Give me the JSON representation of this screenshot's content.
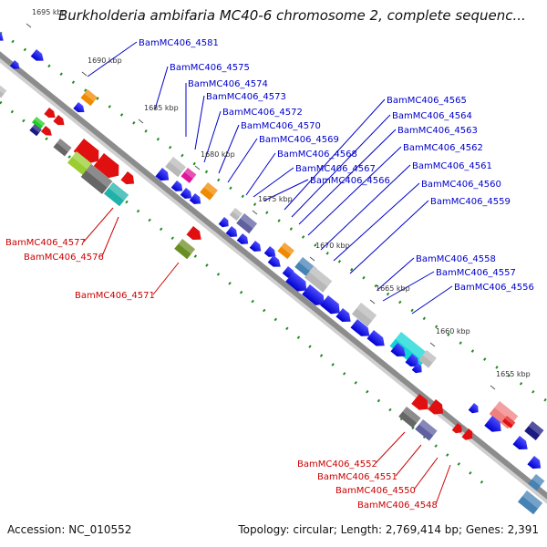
{
  "title": "Burkholderia ambifaria MC40-6 chromosome 2, complete sequenc...",
  "footer": {
    "accession": "Accession: NC_010552",
    "summary": "Topology: circular; Length: 2,769,414 bp; Genes: 2,391"
  },
  "ruler_labels": [
    "1695 kbp",
    "1690 kbp",
    "1685 kbp",
    "1680 kbp",
    "1675 kbp",
    "1670 kbp",
    "1665 kbp",
    "1660 kbp",
    "1655 kbp"
  ],
  "gene_labels_blue": [
    "BamMC406_4581",
    "BamMC406_4575",
    "BamMC406_4574",
    "BamMC406_4573",
    "BamMC406_4572",
    "BamMC406_4570",
    "BamMC406_4569",
    "BamMC406_4568",
    "BamMC406_4567",
    "BamMC406_4566",
    "BamMC406_4565",
    "BamMC406_4564",
    "BamMC406_4563",
    "BamMC406_4562",
    "BamMC406_4561",
    "BamMC406_4560",
    "BamMC406_4559",
    "BamMC406_4558",
    "BamMC406_4557",
    "BamMC406_4556"
  ],
  "gene_labels_red": [
    "BamMC406_4577",
    "BamMC406_4576",
    "BamMC406_4571",
    "BamMC406_4552",
    "BamMC406_4551",
    "BamMC406_4550",
    "BamMC406_4548"
  ],
  "colors": {
    "forward_label": "#0000cc",
    "reverse_label": "#cc0000",
    "backbone": "#8c8c8c",
    "gc_dots": "#228b22"
  }
}
